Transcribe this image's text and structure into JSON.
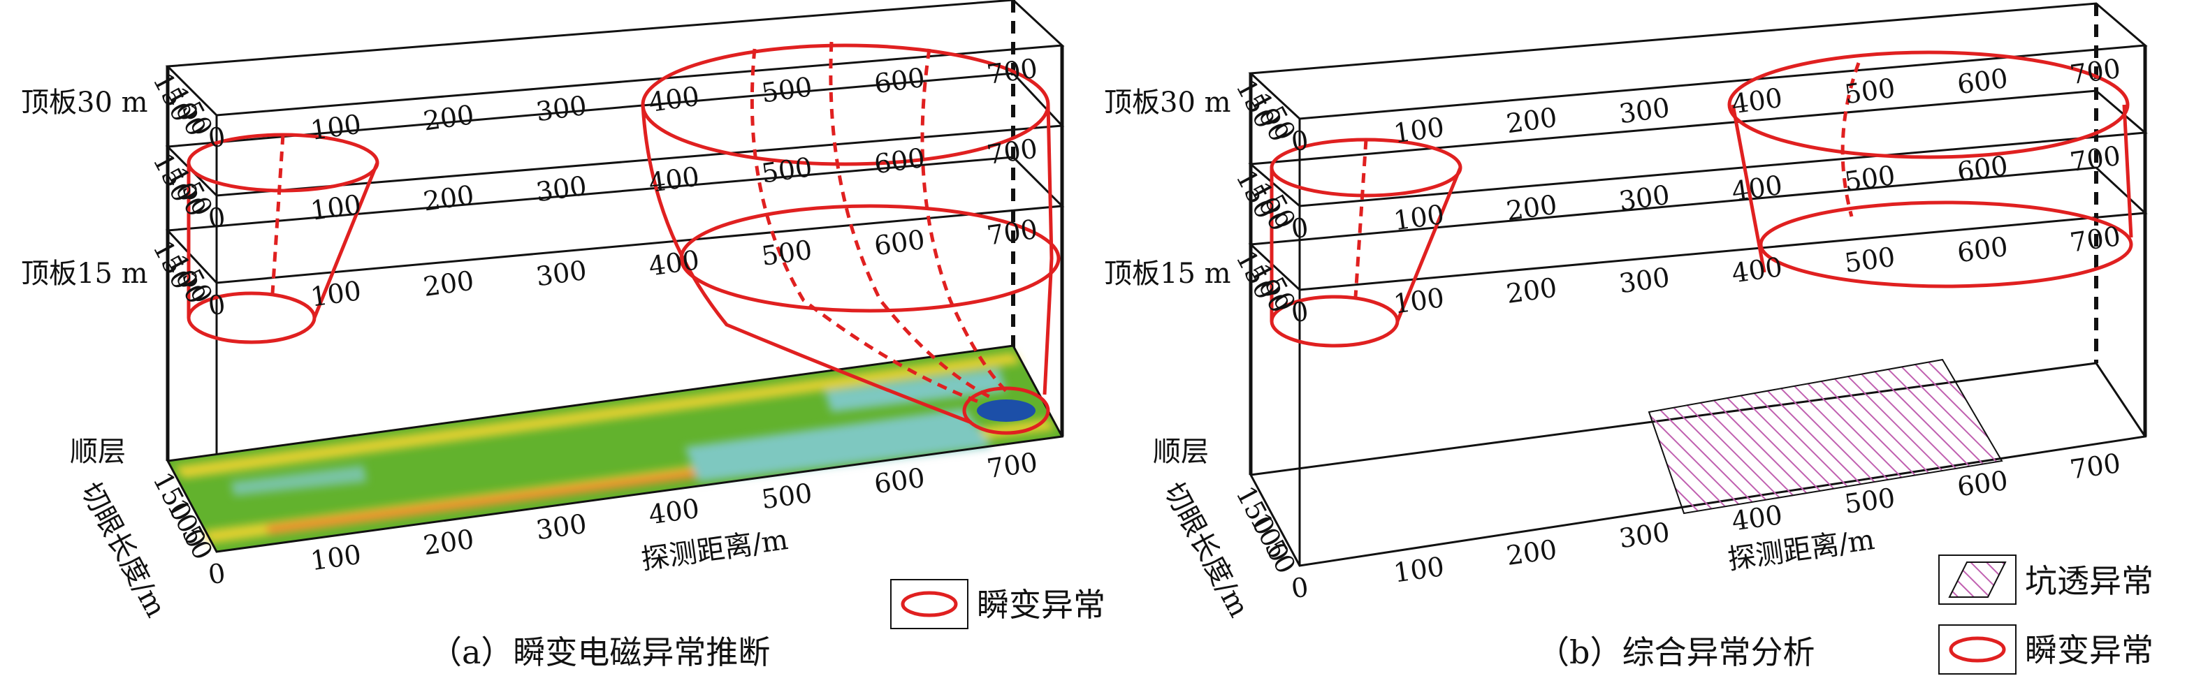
{
  "chart_data": [
    {
      "type": "3d-layered-anomaly",
      "caption": "（a）瞬变电磁异常推断",
      "xlabel": "探测距离/m",
      "ylabel": "切眼长度/m",
      "x_ticks": [
        "0",
        "100",
        "200",
        "300",
        "400",
        "500",
        "600",
        "700"
      ],
      "y_ticks": [
        "0",
        "50",
        "100",
        "150"
      ],
      "xlim": [
        0,
        750
      ],
      "ylim": [
        0,
        170
      ],
      "layers": [
        "顶板30 m",
        "顶板15 m",
        "顺层"
      ],
      "legend": [
        {
          "label": "瞬变异常",
          "symbol": "red-ellipse"
        }
      ],
      "anomalies": [
        {
          "layer": "顶板30 m",
          "x_center": 75,
          "x_width": 130
        },
        {
          "layer": "顶板15 m",
          "x_center": 40,
          "x_width": 95
        },
        {
          "layer": "顶板30 m",
          "x_center": 590,
          "x_width": 320
        },
        {
          "layer": "顶板15 m",
          "x_center": 580,
          "x_width": 290
        },
        {
          "layer": "顺层",
          "x_center": 720,
          "x_width": 60
        }
      ]
    },
    {
      "type": "3d-layered-anomaly",
      "caption": "（b）综合异常分析",
      "xlabel": "探测距离/m",
      "ylabel": "切眼长度/m",
      "x_ticks": [
        "0",
        "100",
        "200",
        "300",
        "400",
        "500",
        "600",
        "700"
      ],
      "y_ticks": [
        "0",
        "50",
        "100",
        "150"
      ],
      "xlim": [
        0,
        750
      ],
      "ylim": [
        0,
        170
      ],
      "layers": [
        "顶板30 m",
        "顶板15 m",
        "顺层"
      ],
      "legend": [
        {
          "label": "坑透异常",
          "symbol": "hatched-parallelogram"
        },
        {
          "label": "瞬变异常",
          "symbol": "red-ellipse"
        }
      ],
      "pit_anomaly": {
        "layer": "顺层",
        "x_range": [
          330,
          660
        ]
      },
      "anomalies": [
        {
          "layer": "顶板30 m",
          "x_center": 75,
          "x_width": 130
        },
        {
          "layer": "顶板15 m",
          "x_center": 40,
          "x_width": 95
        },
        {
          "layer": "顶板30 m",
          "x_center": 585,
          "x_width": 320
        },
        {
          "layer": "顶板15 m",
          "x_center": 595,
          "x_width": 330
        }
      ]
    }
  ],
  "colors": {
    "anomaly": "#e02020",
    "frame": "#111111",
    "hatch": "#c060b0",
    "map_green": "#62b22d",
    "map_yellow": "#f0d430",
    "map_orange": "#f08030",
    "map_cyan": "#7ec8c0",
    "map_blue": "#1c4fa8"
  }
}
